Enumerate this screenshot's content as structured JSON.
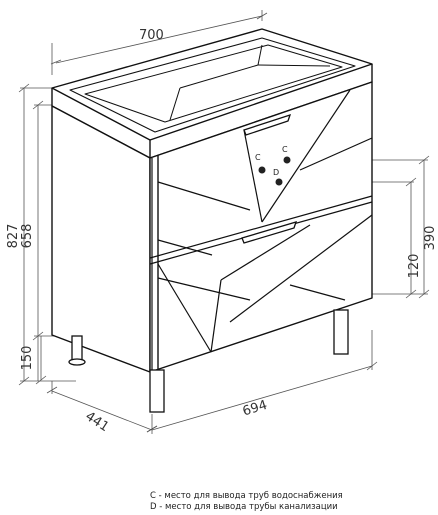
{
  "dimensions": {
    "width_top": "700",
    "total_height": "827",
    "body_height": "658",
    "leg_height": "150",
    "depth": "441",
    "width_bottom": "694",
    "c_height": "390",
    "d_height": "120"
  },
  "points": {
    "c_label": "C",
    "d_label": "D"
  },
  "legend": [
    "C - место для вывода труб водоснабжения",
    "D - место для вывода трубы канализации"
  ]
}
